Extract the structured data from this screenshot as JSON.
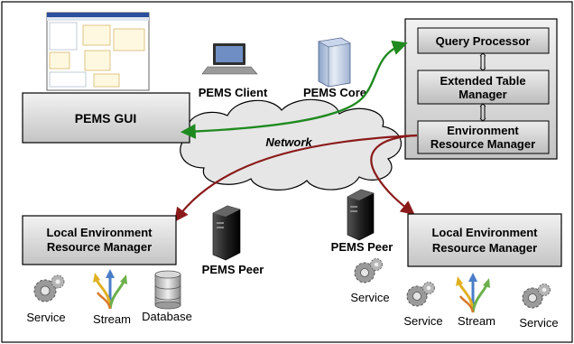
{
  "diagram": {
    "network_label": "Network",
    "gui_box": "PEMS GUI",
    "core_stack": {
      "query_processor": "Query Processor",
      "extended_table_manager": [
        "Extended Table",
        "Manager"
      ],
      "environment_resource_manager": [
        "Environment",
        "Resource Manager"
      ]
    },
    "client_label": "PEMS Client",
    "core_label": "PEMS Core",
    "peer_left_label": "PEMS Peer",
    "peer_right_label": "PEMS Peer",
    "lerm_left": [
      "Local Environment",
      "Resource Manager"
    ],
    "lerm_right": [
      "Local Environment",
      "Resource Manager"
    ],
    "left_resources": [
      "Service",
      "Stream",
      "Database"
    ],
    "right_resources": [
      "Service",
      "Service",
      "Stream",
      "Service"
    ],
    "colors": {
      "gui_link": "#1f8a1f",
      "peer_links": "#8b1a1a",
      "box_fill": "#d6d6d6",
      "cloud_fill": "#e6e6e6"
    }
  }
}
